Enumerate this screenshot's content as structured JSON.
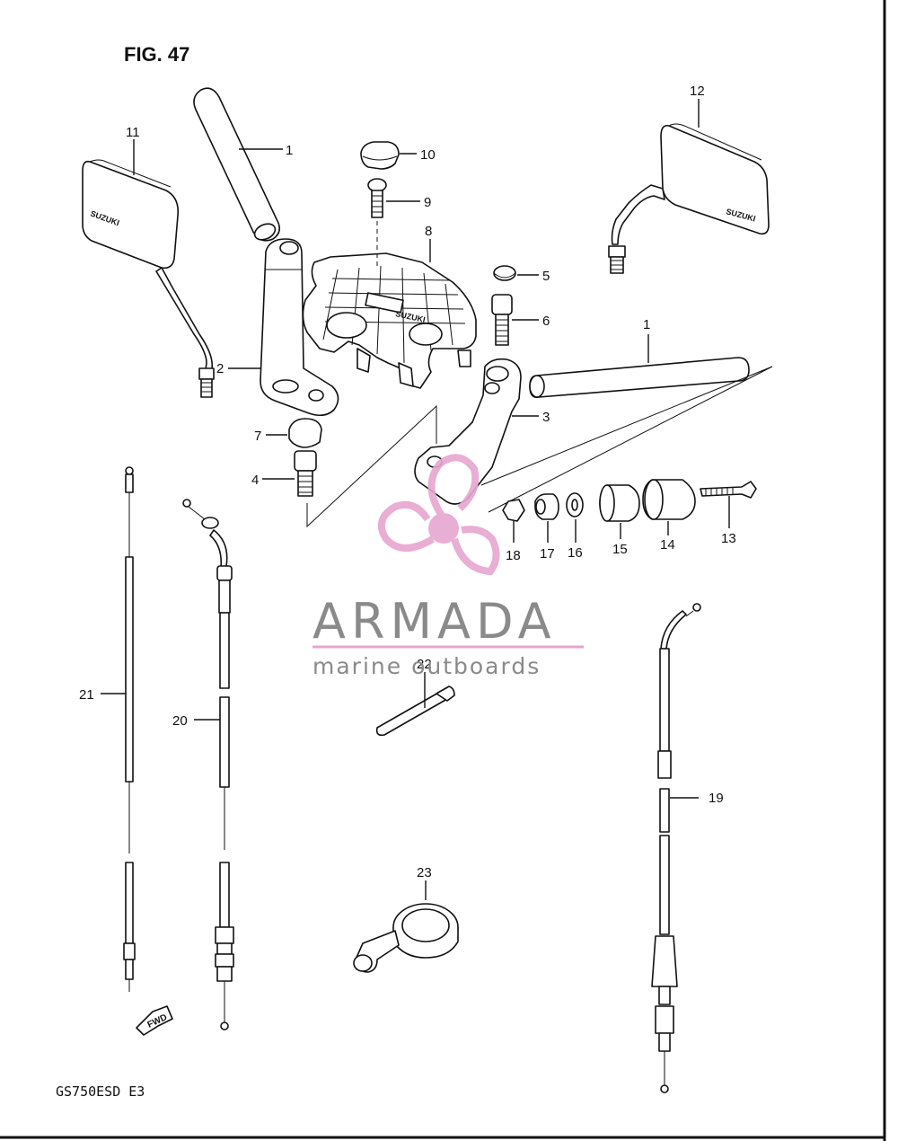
{
  "figure": {
    "title": "FIG. 47",
    "model_code": "GS750ESD  E3",
    "fwd_label": "FWD",
    "mirror_brand": "SUZUKI",
    "bridge_brand": "SUZUKI"
  },
  "callouts": [
    "1",
    "1",
    "2",
    "3",
    "4",
    "5",
    "6",
    "7",
    "8",
    "9",
    "10",
    "11",
    "12",
    "13",
    "14",
    "15",
    "16",
    "17",
    "18",
    "19",
    "20",
    "21",
    "22",
    "23"
  ],
  "watermark": {
    "name": "ARMADA",
    "tagline": "marine outboards",
    "logo_color": "#e7a6cf",
    "text_color": "#8a8a8a",
    "rule_color": "#e7a6cf"
  }
}
